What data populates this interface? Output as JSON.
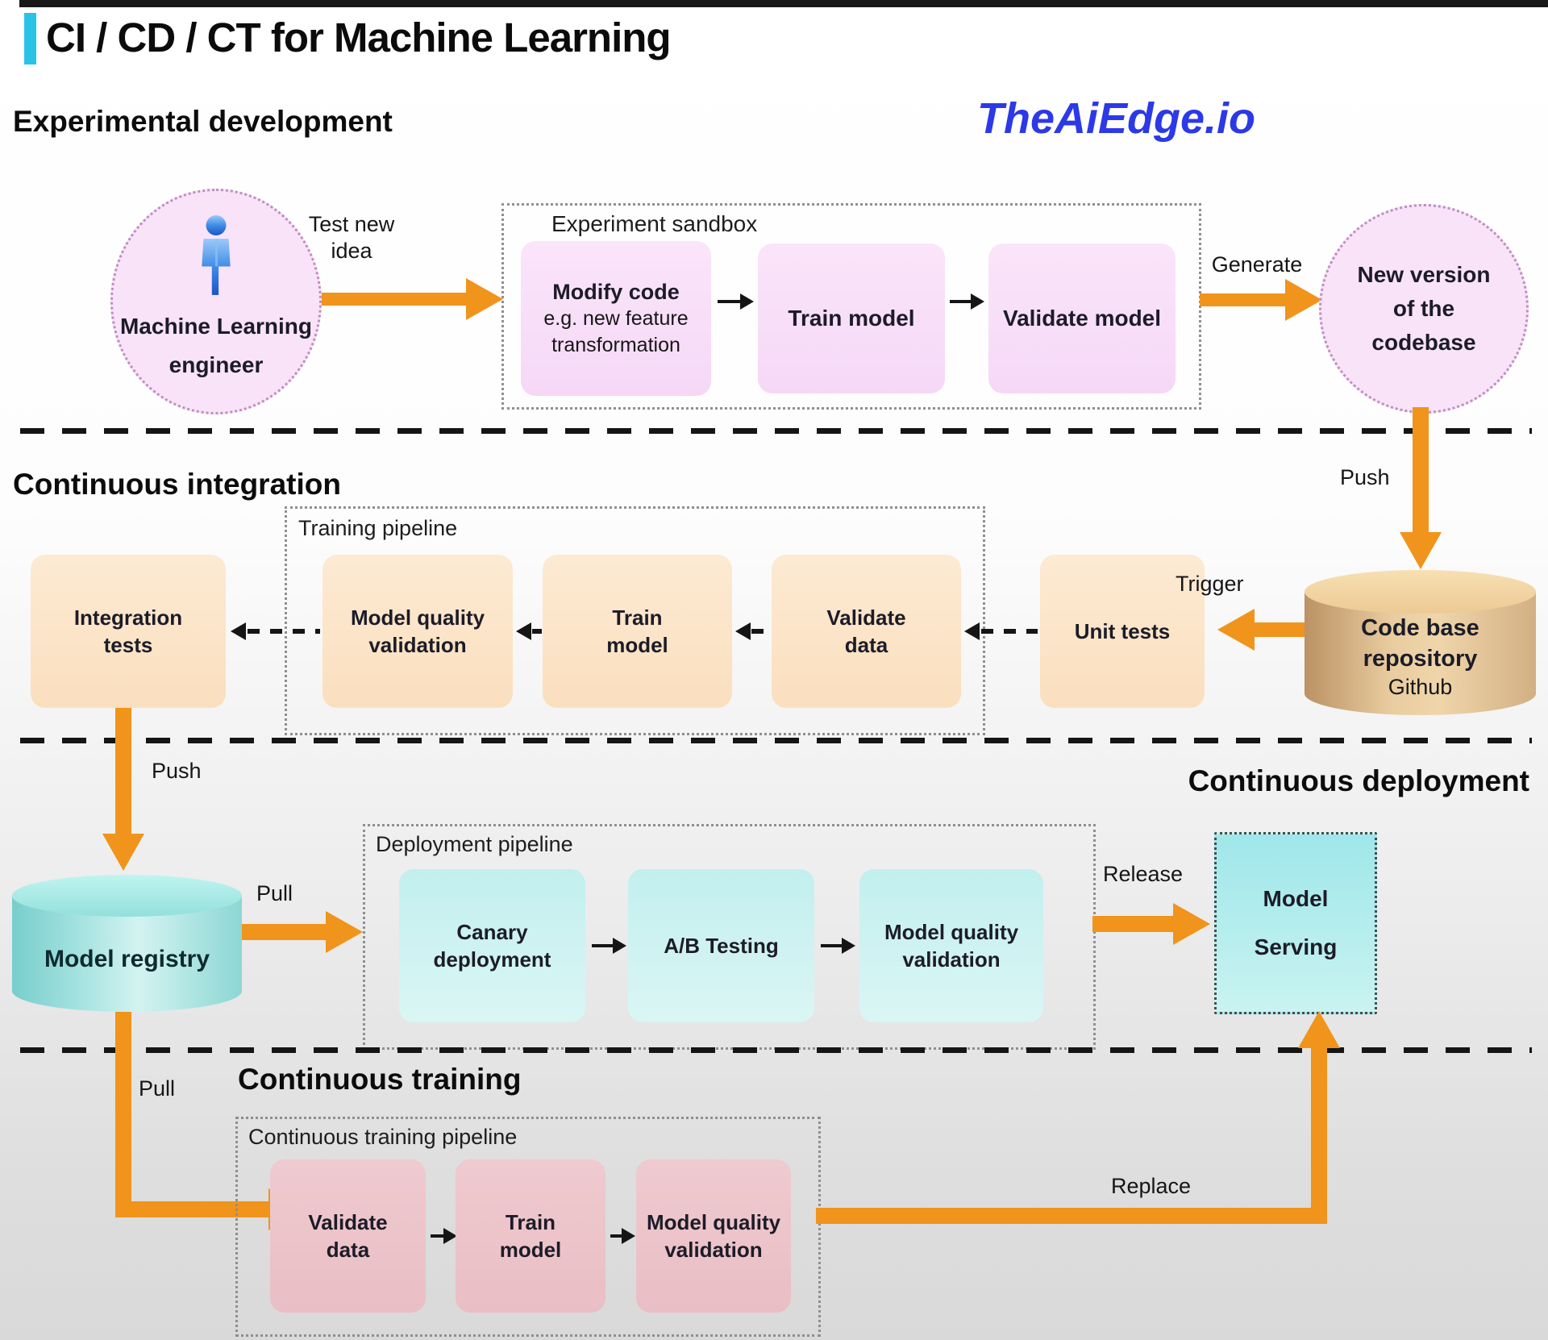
{
  "title": {
    "text": "CI / CD / CT for Machine Learning",
    "accent_color": "#27c4e8"
  },
  "brand": {
    "text": "TheAiEdge.io",
    "color": "#2c39e6"
  },
  "colors": {
    "arrow_orange": "#f0941c",
    "experimental_node": "#f8ddf8",
    "integration_node": "#fbe2c3",
    "deployment_node": "#c9f0f0",
    "training_node": "#eec6ca",
    "codebase_cylinder": "#dfc093",
    "registry_cylinder": "#a9e4e2"
  },
  "experimental": {
    "heading": "Experimental development",
    "engineer": {
      "label": "Machine Learning\nengineer",
      "icon": "person-icon"
    },
    "test_new_idea_label": "Test new\nidea",
    "sandbox": {
      "label": "Experiment sandbox",
      "modify_code_title": "Modify code",
      "modify_code_subtitle": "e.g. new feature transformation",
      "train_model": "Train model",
      "validate_model": "Validate model"
    },
    "generate_label": "Generate",
    "new_version_node": "New version\nof the\ncodebase",
    "push_label": "Push"
  },
  "integration": {
    "heading": "Continuous integration",
    "integration_tests": "Integration\ntests",
    "pipeline_label": "Training pipeline",
    "model_quality_validation": "Model quality\nvalidation",
    "train_model": "Train\nmodel",
    "validate_data": "Validate\ndata",
    "unit_tests": "Unit tests",
    "trigger_label": "Trigger",
    "codebase_repository": {
      "name": "Code base\nrepository",
      "platform": "Github"
    },
    "push_label": "Push"
  },
  "deployment": {
    "heading": "Continuous deployment",
    "model_registry": "Model registry",
    "pull_label": "Pull",
    "pipeline_label": "Deployment pipeline",
    "canary_deployment": "Canary\ndeployment",
    "ab_testing": "A/B Testing",
    "model_quality_validation": "Model quality\nvalidation",
    "release_label": "Release",
    "model_serving": "Model\n\nServing"
  },
  "training": {
    "heading": "Continuous training",
    "pull_label": "Pull",
    "pipeline_label": "Continuous training pipeline",
    "validate_data": "Validate\ndata",
    "train_model": "Train\nmodel",
    "model_quality_validation": "Model quality\nvalidation",
    "replace_label": "Replace"
  }
}
